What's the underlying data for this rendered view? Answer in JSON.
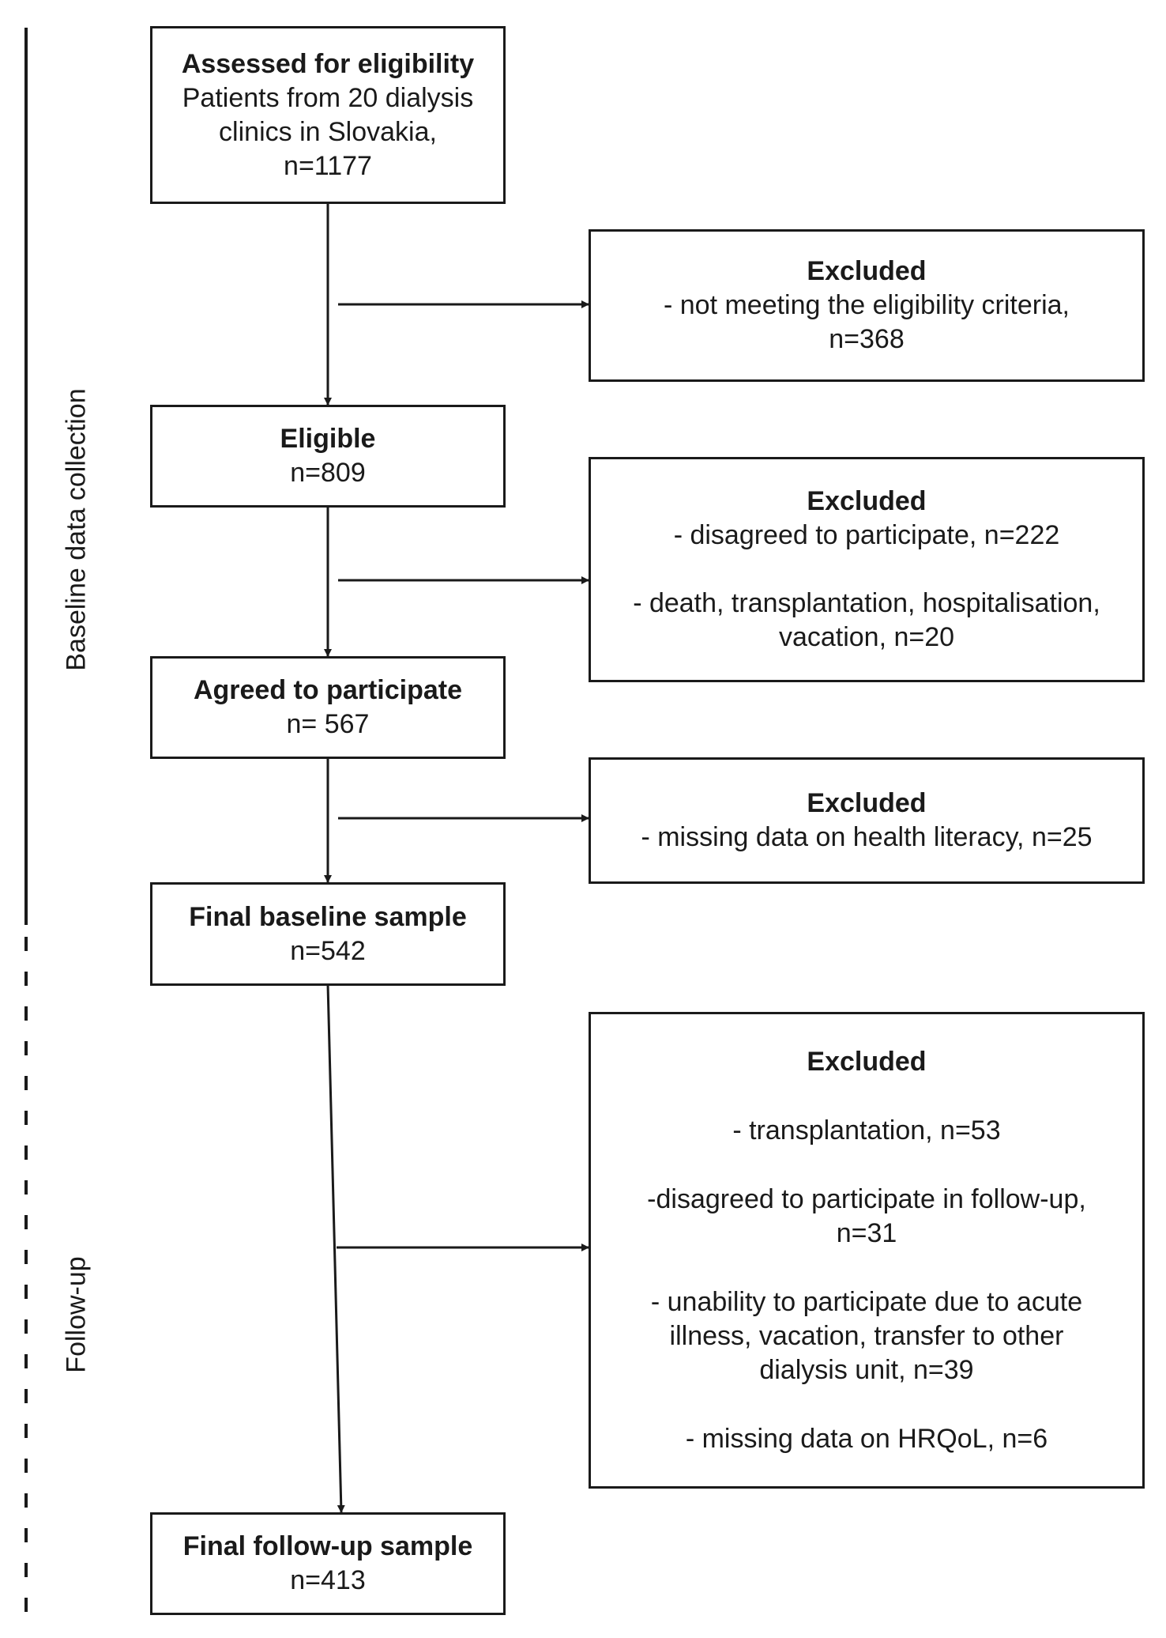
{
  "phases": {
    "baseline_label": "Baseline data collection",
    "followup_label": "Follow-up"
  },
  "main": {
    "assessed": {
      "title": "Assessed for eligibility",
      "line1": "Patients from 20 dialysis",
      "line2": "clinics in Slovakia,",
      "line3": "n=1177"
    },
    "eligible": {
      "title": "Eligible",
      "count": "n=809"
    },
    "agreed": {
      "title": "Agreed to participate",
      "count": "n= 567"
    },
    "final_baseline": {
      "title": "Final baseline sample",
      "count": "n=542"
    },
    "final_followup": {
      "title": "Final follow-up sample",
      "count": "n=413"
    }
  },
  "excluded": {
    "ex1": {
      "title": "Excluded",
      "line1": "- not meeting the eligibility criteria,",
      "line2": "n=368"
    },
    "ex2": {
      "title": "Excluded",
      "line1": "- disagreed to participate, n=222",
      "line2": "- death, transplantation, hospitalisation,",
      "line3": "vacation, n=20"
    },
    "ex3": {
      "title": "Excluded",
      "line1": "- missing data on health literacy, n=25"
    },
    "ex4": {
      "title": "Excluded",
      "line1": "- transplantation, n=53",
      "line2": "-disagreed to participate in follow-up,",
      "line3": "n=31",
      "line4": "- unability to participate due to acute",
      "line5": "illness, vacation, transfer to other",
      "line6": "dialysis unit, n=39",
      "line7": "- missing data on HRQoL, n=6"
    }
  }
}
